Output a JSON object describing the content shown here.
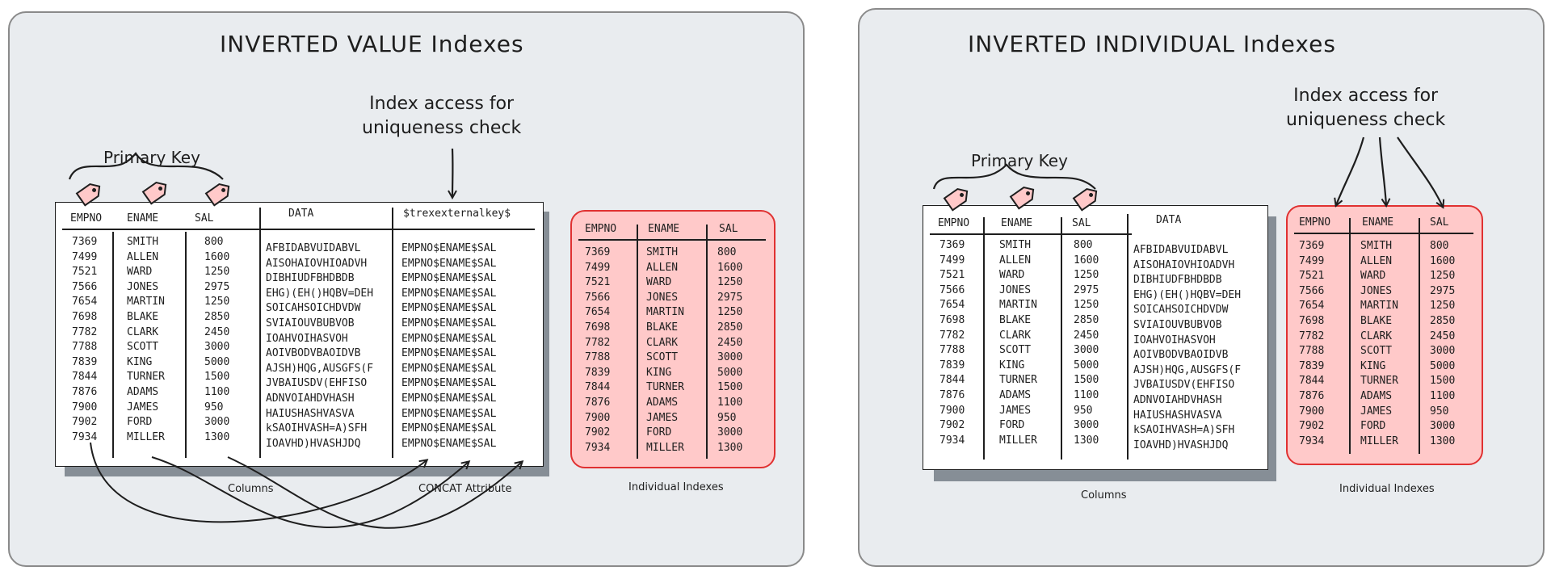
{
  "left": {
    "title": "INVERTED VALUE Indexes",
    "annotation_line1": "Index access for",
    "annotation_line2": "uniqueness check",
    "primary_key_label": "Primary Key",
    "main_table": {
      "headers": [
        "EMPNO",
        "ENAME",
        "SAL",
        "DATA",
        "$trexexternalkey$"
      ]
    },
    "columns_label": "Columns",
    "concat_label": "CONCAT Attribute",
    "index_table_headers": [
      "EMPNO",
      "ENAME",
      "SAL"
    ],
    "individual_label": "Individual Indexes"
  },
  "right": {
    "title": "INVERTED INDIVIDUAL Indexes",
    "annotation_line1": "Index access for",
    "annotation_line2": "uniqueness check",
    "primary_key_label": "Primary Key",
    "main_table": {
      "headers": [
        "EMPNO",
        "ENAME",
        "SAL",
        "DATA"
      ]
    },
    "columns_label": "Columns",
    "index_table_headers": [
      "EMPNO",
      "ENAME",
      "SAL"
    ],
    "individual_label": "Individual Indexes"
  },
  "rows": {
    "empno": [
      "7369",
      "7499",
      "7521",
      "7566",
      "7654",
      "7698",
      "7782",
      "7788",
      "7839",
      "7844",
      "7876",
      "7900",
      "7902",
      "7934"
    ],
    "ename": [
      "SMITH",
      "ALLEN",
      "WARD",
      "JONES",
      "MARTIN",
      "BLAKE",
      "CLARK",
      "SCOTT",
      "KING",
      "TURNER",
      "ADAMS",
      "JAMES",
      "FORD",
      "MILLER"
    ],
    "sal": [
      "800",
      "1600",
      "1250",
      "2975",
      "1250",
      "2850",
      "2450",
      "3000",
      "5000",
      "1500",
      "1100",
      "950",
      "3000",
      "1300"
    ],
    "data": [
      "AFBIDABVUIDABVL",
      "AISOHAIOVHIOADVH",
      "DIBHIUDFBHDBDB",
      "EHG)(EH()HQBV=DEH",
      "SOICAHSOICHDVDW",
      "SVIAIOUVBUBVOB",
      "IOAHVOIHASVOH",
      "AOIVBODVBAOIDVB",
      "AJSH)HQG,AUSGFS(F",
      "JVBAIUSDV(EHFISO",
      "ADNVOIAHDVHASH",
      "HAIUSHASHVASVA",
      "kSAOIHVASH=A)SFH",
      "IOAVHD)HVASHJDQ"
    ],
    "key": "EMPNO$ENAME$SAL"
  },
  "colors": {
    "panel": "#e9ecef",
    "pink_fill": "#ffc9c9",
    "pink_border": "#e03131",
    "shadow": "#868e96",
    "tag_fill": "#ffc9c9"
  }
}
